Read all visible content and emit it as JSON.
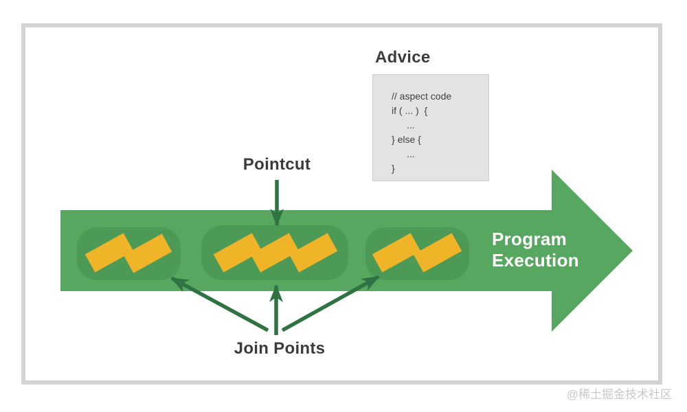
{
  "diagram": {
    "advice": {
      "title": "Advice",
      "code_lines": [
        "// aspect code",
        "if ( ... )  {",
        "...",
        "} else {",
        "...",
        "}"
      ]
    },
    "pointcut": {
      "label": "Pointcut"
    },
    "join_points": {
      "label": "Join Points",
      "group_node_counts": [
        2,
        3,
        2
      ]
    },
    "program_execution": {
      "line1": "Program",
      "line2": "Execution"
    },
    "watermark": "@稀土掘金技术社区",
    "colors": {
      "frame_border": "#d3d3d3",
      "arrow_body_green": "#58a760",
      "join_point_box_green": "#4c9a55",
      "node_yellow": "#f0b429",
      "dark_arrow_green": "#2f7342",
      "code_box_bg": "#e3e3e3",
      "text_dark": "#3b3b3b",
      "text_white": "#ffffff",
      "watermark_gray": "#c8c8c8"
    }
  }
}
